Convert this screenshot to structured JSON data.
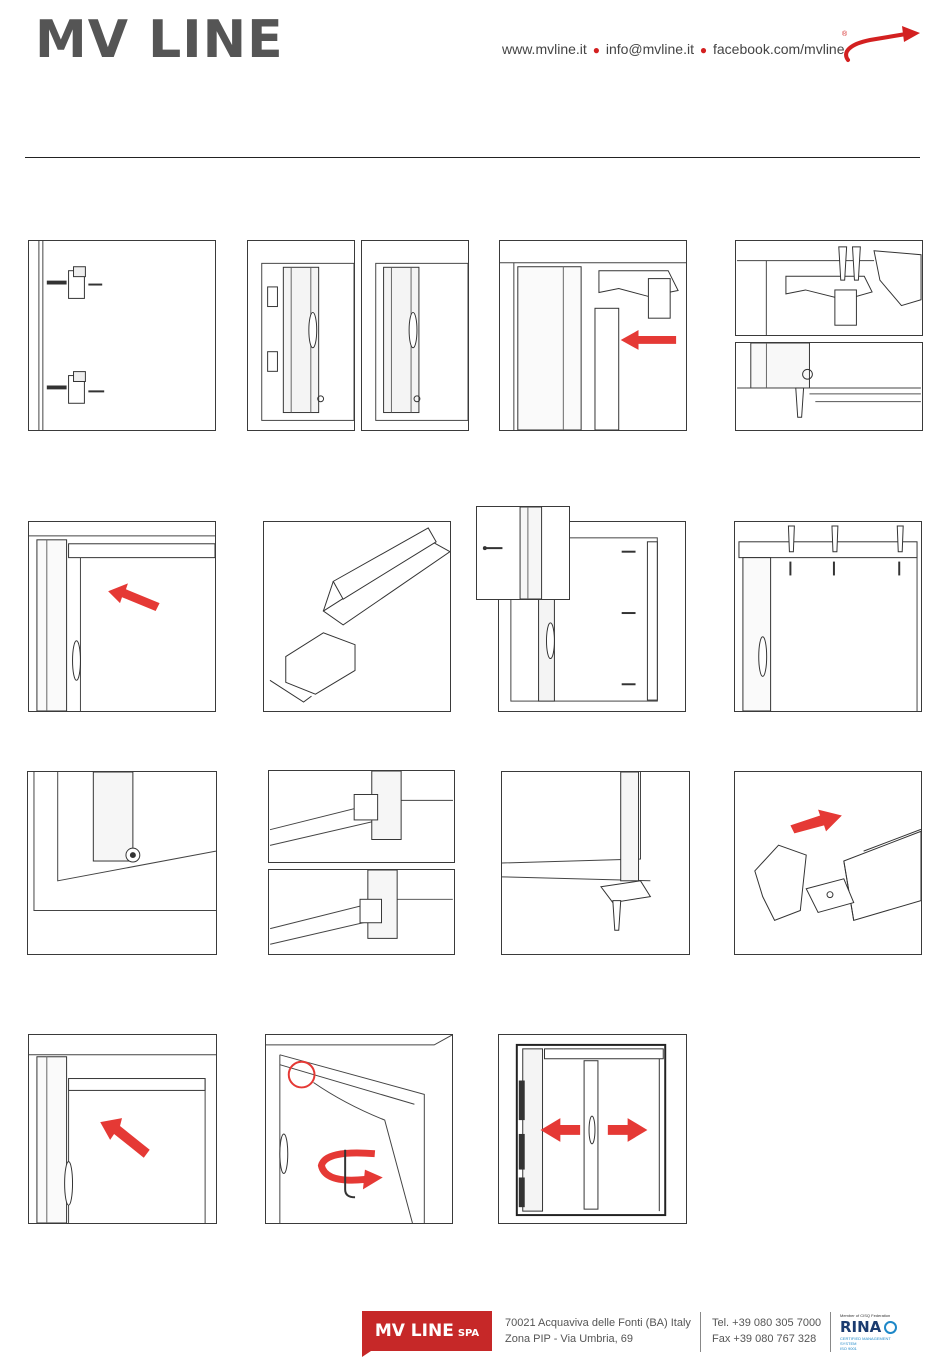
{
  "header": {
    "logo": "MV LINE",
    "website": "www.mvline.it",
    "email": "info@mvline.it",
    "facebook": "facebook.com/mvline",
    "registered_mark": "®"
  },
  "colors": {
    "accent": "#e53935",
    "line": "#3a3a3a",
    "footer_red": "#c62828"
  },
  "steps": [
    {
      "row": 1,
      "content": "bracket-screws"
    },
    {
      "row": 1,
      "content": "guide-with-brackets"
    },
    {
      "row": 1,
      "content": "guide-fitted"
    },
    {
      "row": 1,
      "content": "top-corner-arrow"
    },
    {
      "row": 1,
      "content": "corner-screws-top-bottom"
    },
    {
      "row": 2,
      "content": "top-rail-arrow"
    },
    {
      "row": 2,
      "content": "profile-end-cap"
    },
    {
      "row": 2,
      "content": "frame-screws-inset"
    },
    {
      "row": 2,
      "content": "top-rail-screws"
    },
    {
      "row": 3,
      "content": "bottom-corner-detail"
    },
    {
      "row": 3,
      "content": "clip-top-bottom"
    },
    {
      "row": 3,
      "content": "bottom-anchor"
    },
    {
      "row": 3,
      "content": "end-cap-arrow"
    },
    {
      "row": 4,
      "content": "top-rail-arrow-2"
    },
    {
      "row": 4,
      "content": "rotate-detail"
    },
    {
      "row": 4,
      "content": "open-close-arrows"
    }
  ],
  "footer": {
    "company": "MV LINE",
    "company_suffix": "SPA",
    "address_line1": "70021 Acquaviva delle Fonti (BA) Italy",
    "address_line2": "Zona PIP - Via Umbria, 69",
    "tel": "Tel. +39 080 305 7000",
    "fax": "Fax +39 080 767 328",
    "cert_top": "Member of CISQ Federation",
    "cert_name": "RINA",
    "cert_sub": "CERTIFIED MANAGEMENT SYSTEM",
    "cert_iso": "ISO 9001"
  }
}
